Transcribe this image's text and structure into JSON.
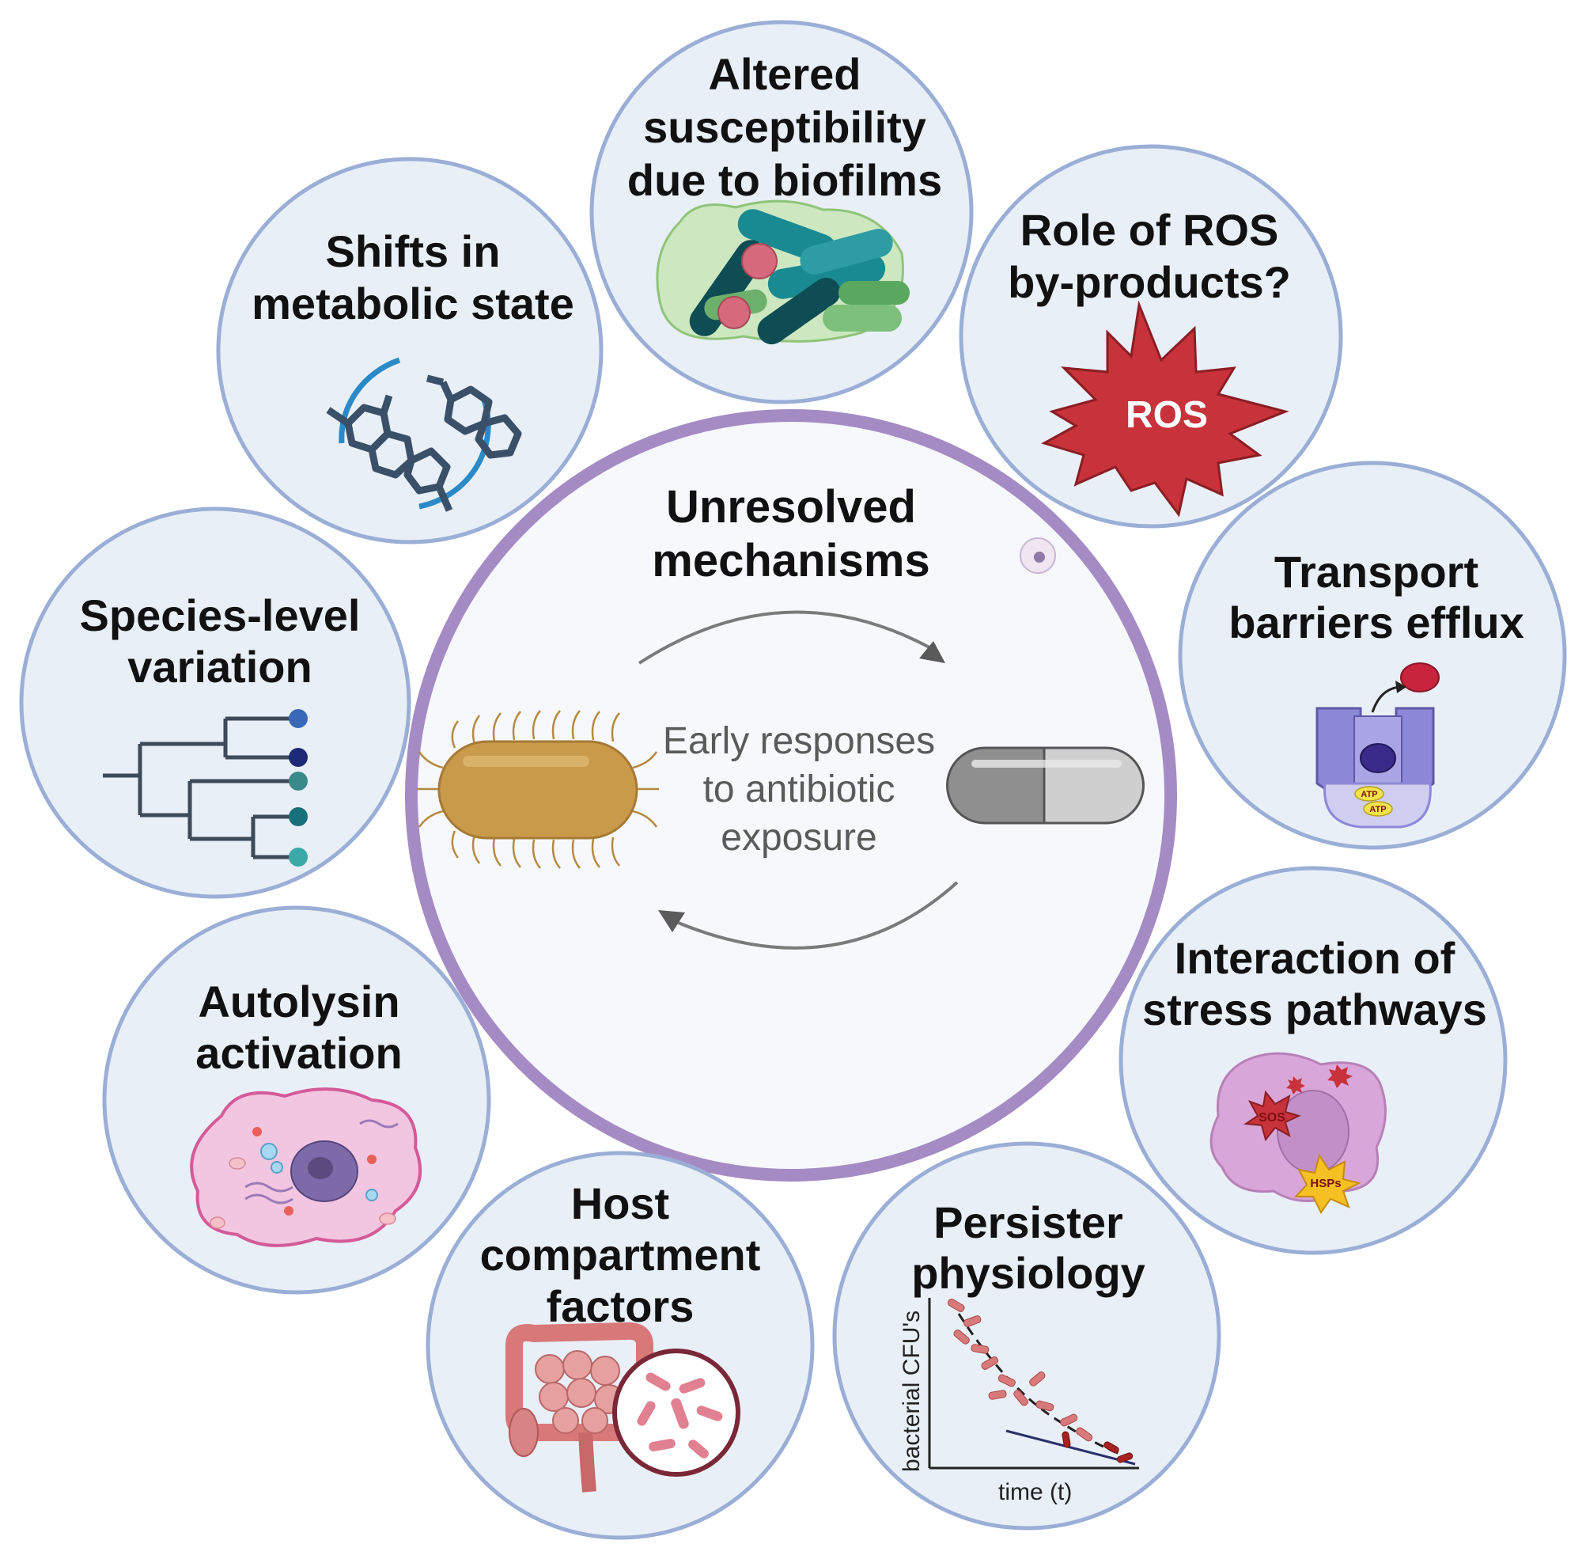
{
  "center": {
    "title_line1": "Unresolved",
    "title_line2": "mechanisms",
    "sub_line1": "Early responses",
    "sub_line2": "to antibiotic",
    "sub_line3": "exposure"
  },
  "satellites": [
    {
      "id": "biofilms",
      "lines": [
        "Altered",
        "susceptibility",
        "due to biofilms"
      ]
    },
    {
      "id": "ros",
      "lines": [
        "Role of  ROS",
        "by-products?"
      ],
      "badge": "ROS"
    },
    {
      "id": "transport",
      "lines": [
        "Transport",
        "barriers efflux"
      ],
      "atp_label": "ATP"
    },
    {
      "id": "stress",
      "lines": [
        "Interaction of",
        "stress pathways"
      ],
      "sos_label": "SOS",
      "hsps_label": "HSPs"
    },
    {
      "id": "persister",
      "lines": [
        "Persister",
        "physiology"
      ],
      "ylabel": "bacterial CFU's",
      "xlabel": "time (t)"
    },
    {
      "id": "host",
      "lines": [
        "Host",
        "compartment",
        "factors"
      ]
    },
    {
      "id": "autolysin",
      "lines": [
        "Autolysin",
        "activation"
      ]
    },
    {
      "id": "species",
      "lines": [
        "Species-level",
        "variation"
      ]
    },
    {
      "id": "metabolic",
      "lines": [
        "Shifts in",
        "metabolic state"
      ]
    }
  ],
  "colors": {
    "satellite_fill": "#e9eff7",
    "satellite_stroke": "#9aaed6",
    "center_stroke": "#a58bc4",
    "center_fill": "#f6f8fb",
    "ros_red": "#c8323a",
    "bacterium": "#c99a4a",
    "pill_dark": "#8f8f8f",
    "pill_light": "#cfcfcf"
  }
}
